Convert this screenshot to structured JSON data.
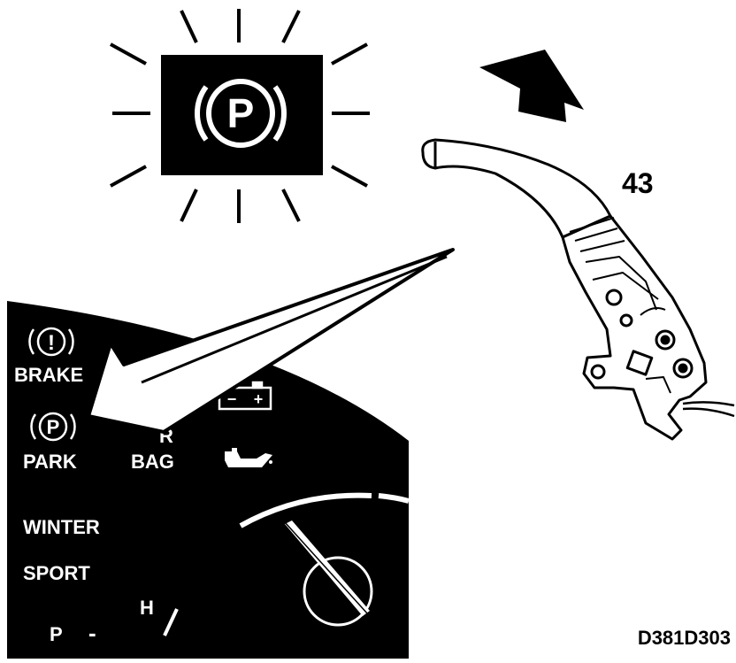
{
  "warning_light": {
    "symbol": "P"
  },
  "callout_number": "43",
  "cluster": {
    "brake_label": "BRAKE",
    "brake_symbol": "!",
    "park_label": "PARK",
    "park_symbol": "P",
    "airbag_label_top": "R",
    "airbag_label_bottom": "BAG",
    "battery_minus": "−",
    "battery_plus": "+",
    "winter_label": "WINTER",
    "sport_label": "SPORT",
    "gear_label": "P",
    "gear_dash": "-",
    "temp_label": "H"
  },
  "figure_code": "D381D303",
  "colors": {
    "ink": "#000000",
    "paper": "#ffffff"
  }
}
